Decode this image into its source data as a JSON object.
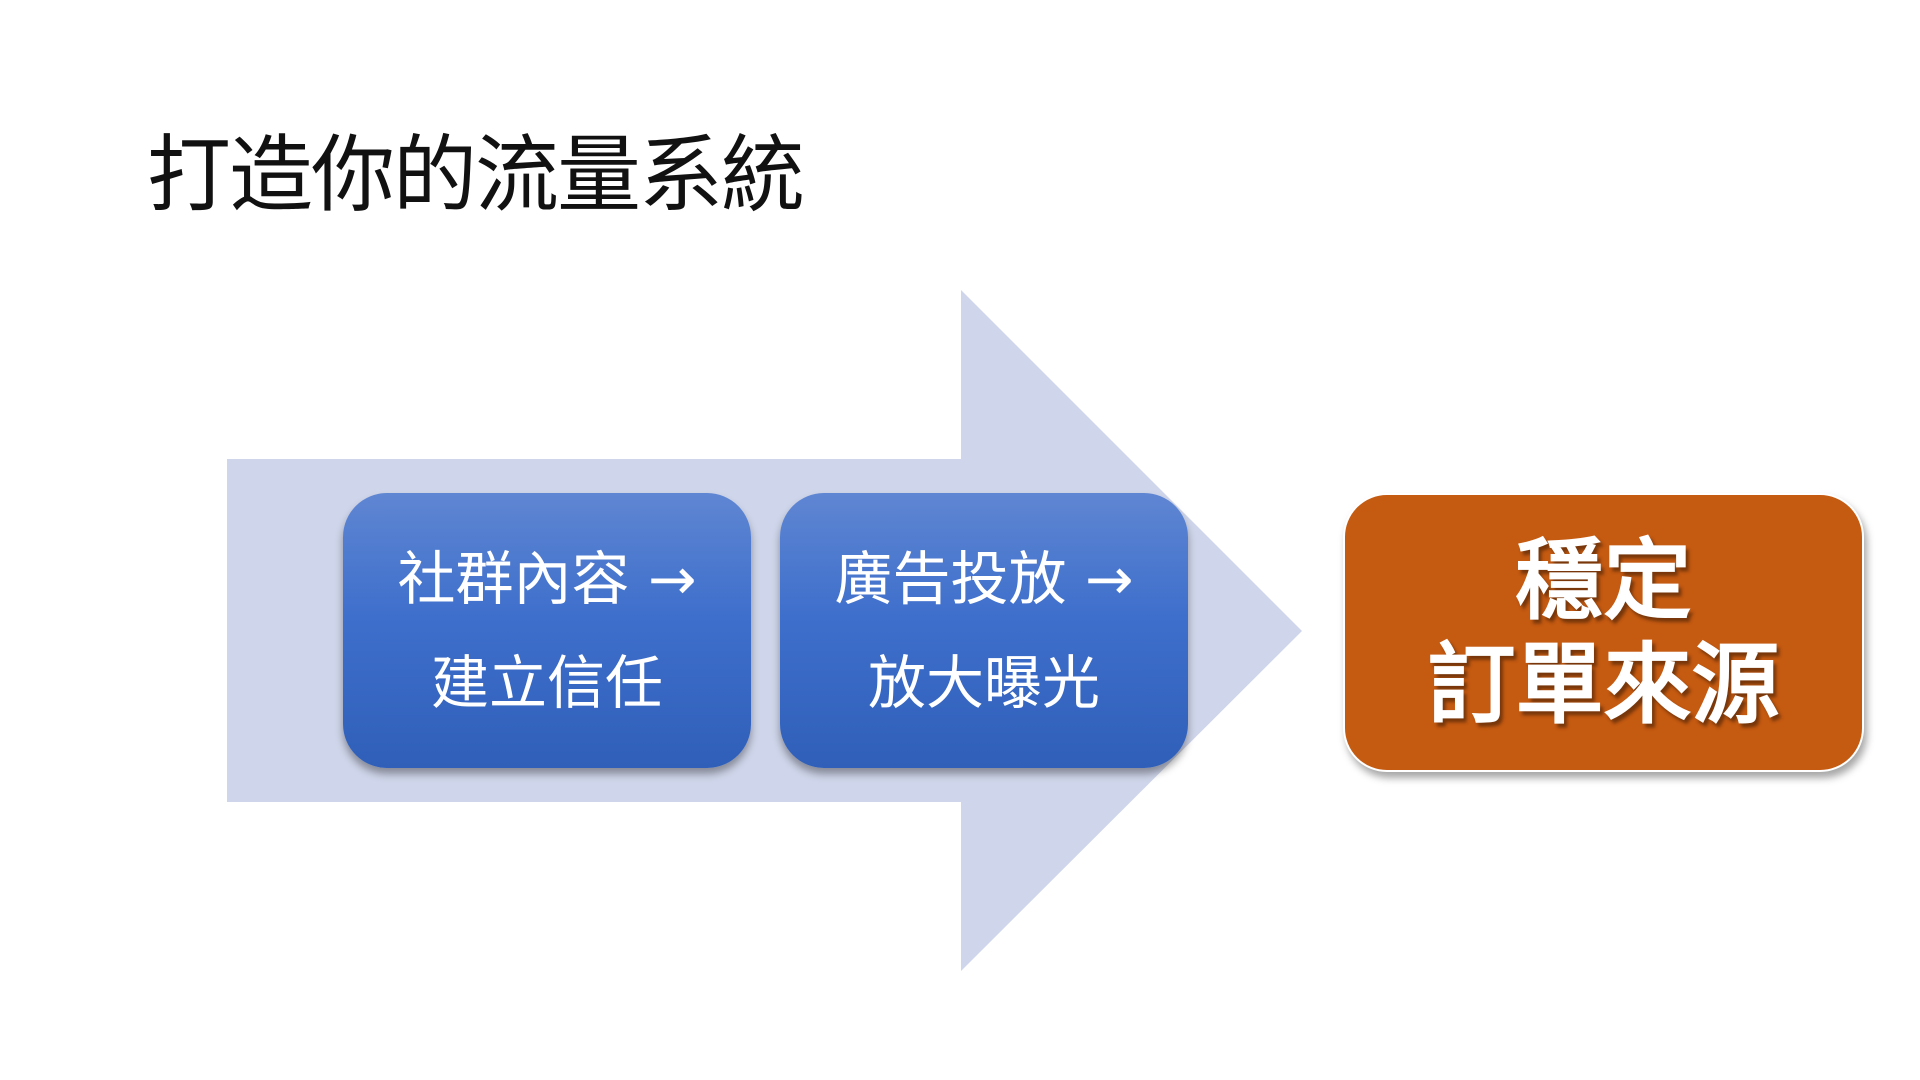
{
  "title": "打造你的流量系統",
  "arrow_color": "#cfd5ea",
  "steps": [
    {
      "line1": "社群內容 →",
      "line2": "建立信任"
    },
    {
      "line1": "廣告投放 →",
      "line2": "放大曝光"
    }
  ],
  "result": {
    "line1": "穩定",
    "line2": "訂單來源"
  },
  "colors": {
    "step": "#4472c4",
    "result": "#c55a11"
  }
}
